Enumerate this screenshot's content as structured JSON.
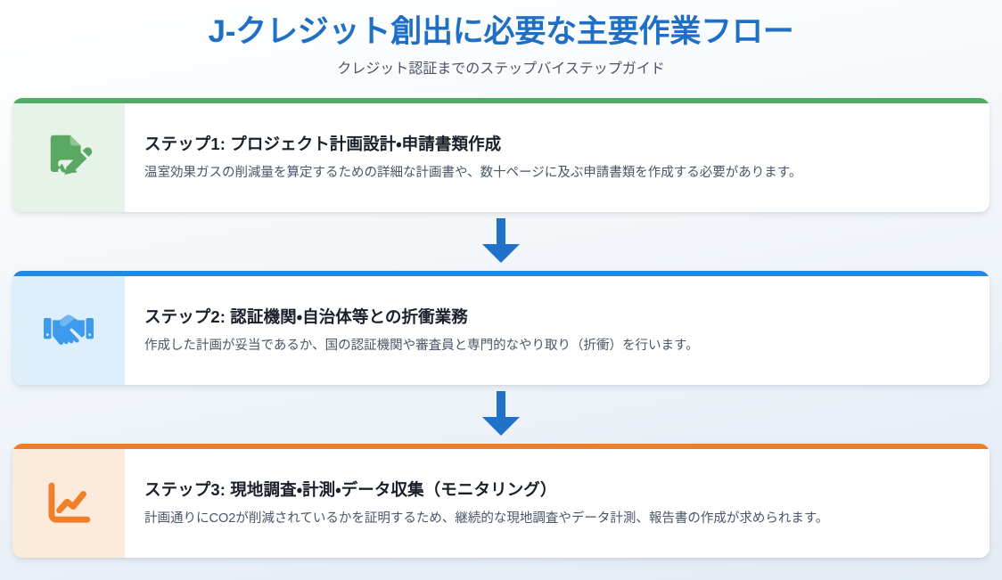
{
  "header": {
    "title": "J-クレジット創出に必要な主要作業フロー",
    "subtitle": "クレジット認証までのステップバイステップガイド",
    "title_color": "#1f6fc4",
    "subtitle_color": "#4a5568"
  },
  "connector": {
    "arrow_icon": "arrow-down-icon",
    "color": "#1f72c8"
  },
  "steps": [
    {
      "id": "step-1",
      "icon": "document-pen-icon",
      "title": "ステップ1: プロジェクト計画設計・申請書類作成",
      "description": "温室効果ガスの削減量を算定するための詳細な計画書や、数十ページに及ぶ申請書類を作成する必要があります。",
      "accent_color": "#4caf62",
      "panel_color": "#e7f2e8",
      "icon_color": "#5aa863"
    },
    {
      "id": "step-2",
      "icon": "handshake-icon",
      "title": "ステップ2: 認証機関・自治体等との折衝業務",
      "description": "作成した計画が妥当であるか、国の認証機関や審査員と専門的なやり取り（折衝）を行います。",
      "accent_color": "#2388e0",
      "panel_color": "#ddeefc",
      "icon_color": "#3d9bee"
    },
    {
      "id": "step-3",
      "icon": "line-chart-icon",
      "title": "ステップ3: 現地調査・計測・データ収集（モニタリング）",
      "description": "計画通りにCO2が削減されているかを証明するため、継続的な現地調査やデータ計測、報告書の作成が求められます。",
      "accent_color": "#f07c25",
      "panel_color": "#fceadb",
      "icon_color": "#ef7f2b"
    }
  ]
}
